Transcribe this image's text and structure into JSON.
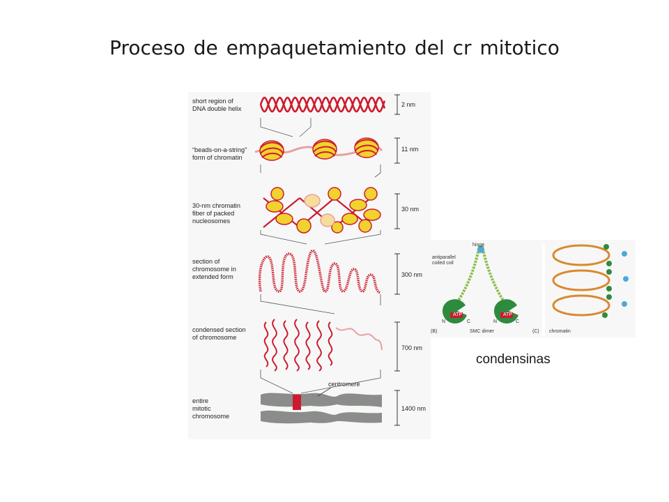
{
  "title": "Proceso de empaquetamiento del cr mitotico",
  "levels": [
    {
      "label": "short region of\nDNA double helix",
      "scale": "2 nm"
    },
    {
      "label": "“beads-on-a-string”\nform of chromatin",
      "scale": "11 nm"
    },
    {
      "label": "30-nm chromatin\nfiber of packed\nnucleosomes",
      "scale": "30 nm"
    },
    {
      "label": "section of\nchromosome in\nextended form",
      "scale": "300 nm"
    },
    {
      "label": "condensed section\nof chromosome",
      "scale": "700 nm"
    },
    {
      "label": "entire\nmitotic\nchromosome",
      "scale": "1400 nm"
    }
  ],
  "centromere_label": "centromere",
  "smc": {
    "hinge": "hinge",
    "coil": "antiparallel\ncoiled coil",
    "atp": "ATP",
    "n": "N",
    "c": "C",
    "panel_b": "(B)",
    "dimer": "SMC dimer",
    "panel_c": "(C)",
    "chromatin": "chromatin"
  },
  "caption": "condensinas",
  "colors": {
    "dna": "#cc1b2e",
    "histone": "#f2d22e",
    "chromosome": "#8a8d8a",
    "smc": "#2e8b3e",
    "hinge": "#4fa8d8",
    "loop": "#d88a2e"
  }
}
